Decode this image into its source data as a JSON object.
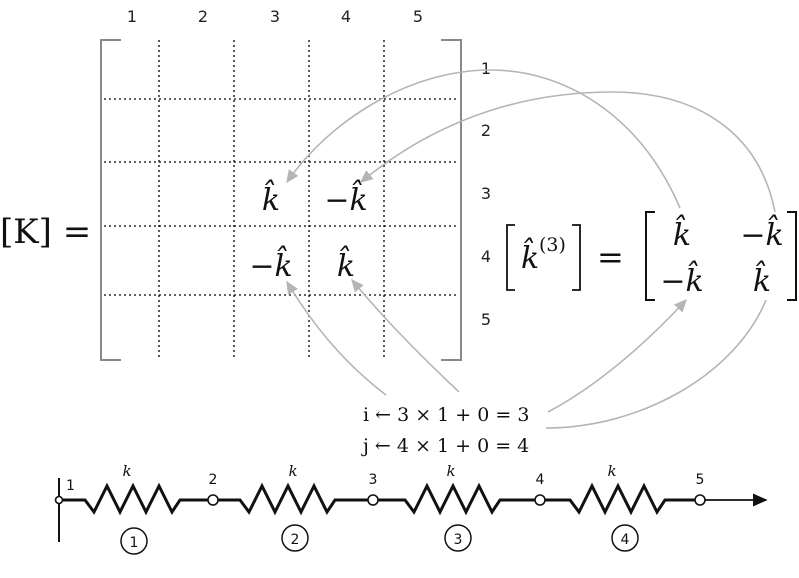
{
  "column_labels": [
    "1",
    "2",
    "3",
    "4",
    "5"
  ],
  "row_labels": [
    "1",
    "2",
    "3",
    "4",
    "5"
  ],
  "global_matrix": {
    "lhs": "[K] =",
    "entries": {
      "r3c3": "k̂",
      "r3c4": "−k̂",
      "r4c3": "−k̂",
      "r4c4": "k̂"
    }
  },
  "element_matrix": {
    "lhs_k": "k̂",
    "lhs_sup": "(3)",
    "equals": "=",
    "entries": [
      "k̂",
      "−k̂",
      "−k̂",
      "k̂"
    ]
  },
  "index_mapping": {
    "i_line": "i ← 3 × 1 + 0 = 3",
    "j_line": "j ← 4 × 1 + 0 = 4"
  },
  "spring_system": {
    "node_labels": [
      "1",
      "2",
      "3",
      "4",
      "5"
    ],
    "stiffness_label": "k",
    "element_labels": [
      "1",
      "2",
      "3",
      "4"
    ]
  }
}
